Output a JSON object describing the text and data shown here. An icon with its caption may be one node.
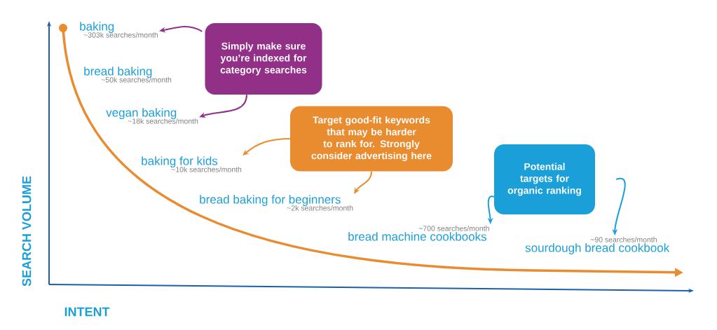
{
  "diagram": {
    "nodes": [
      {
        "text": [
          "Simply make sure you’re indexed for category searches"
        ]
      },
      {
        "text": [
          "Target good-fit keywords that may be harder to rank for. Strongly consider advertising here"
        ]
      },
      {
        "text": [
          "Potential targets for organic ranking"
        ]
      },
      {
        "text": [
          "baking"
        ],
        "beside": [
          "~303k searches/month"
        ]
      },
      {
        "text": [
          "bread baking"
        ],
        "beside": [
          "~50k searches/month"
        ]
      },
      {
        "text": [
          "vegan baking"
        ],
        "beside": [
          "~18k searches/month"
        ]
      },
      {
        "text": [
          "baking for kids"
        ],
        "beside": [
          "~10k searches/month"
        ]
      },
      {
        "text": [
          "bread baking for beginners"
        ],
        "beside": [
          "~2k searches/month"
        ]
      },
      {
        "text": [
          "bread machine cookbooks"
        ],
        "beside": [
          "~700 searches/month"
        ]
      },
      {
        "text": [
          "sourdough bread cookbook"
        ],
        "beside": [
          "~90 searches/month"
        ]
      }
    ],
    "edges": [
      {
        "from": 0,
        "to": 3,
        "arrow": "to",
        "color": "#923088"
      },
      {
        "from": 0,
        "to": 5,
        "arrow": "to",
        "color": "#923088"
      },
      {
        "from": 1,
        "to": 6,
        "arrow": "to",
        "color": "#e98b2f"
      },
      {
        "from": 1,
        "to": 7,
        "arrow": "to",
        "color": "#e98b2f"
      },
      {
        "from": 2,
        "to": 8,
        "arrow": "to",
        "color": "#1a9fd9"
      },
      {
        "from": 2,
        "to": 9,
        "arrow": "to",
        "color": "#1a9fd9"
      }
    ],
    "labels": [
      "SEARCH VOLUME",
      "INTENT"
    ]
  }
}
